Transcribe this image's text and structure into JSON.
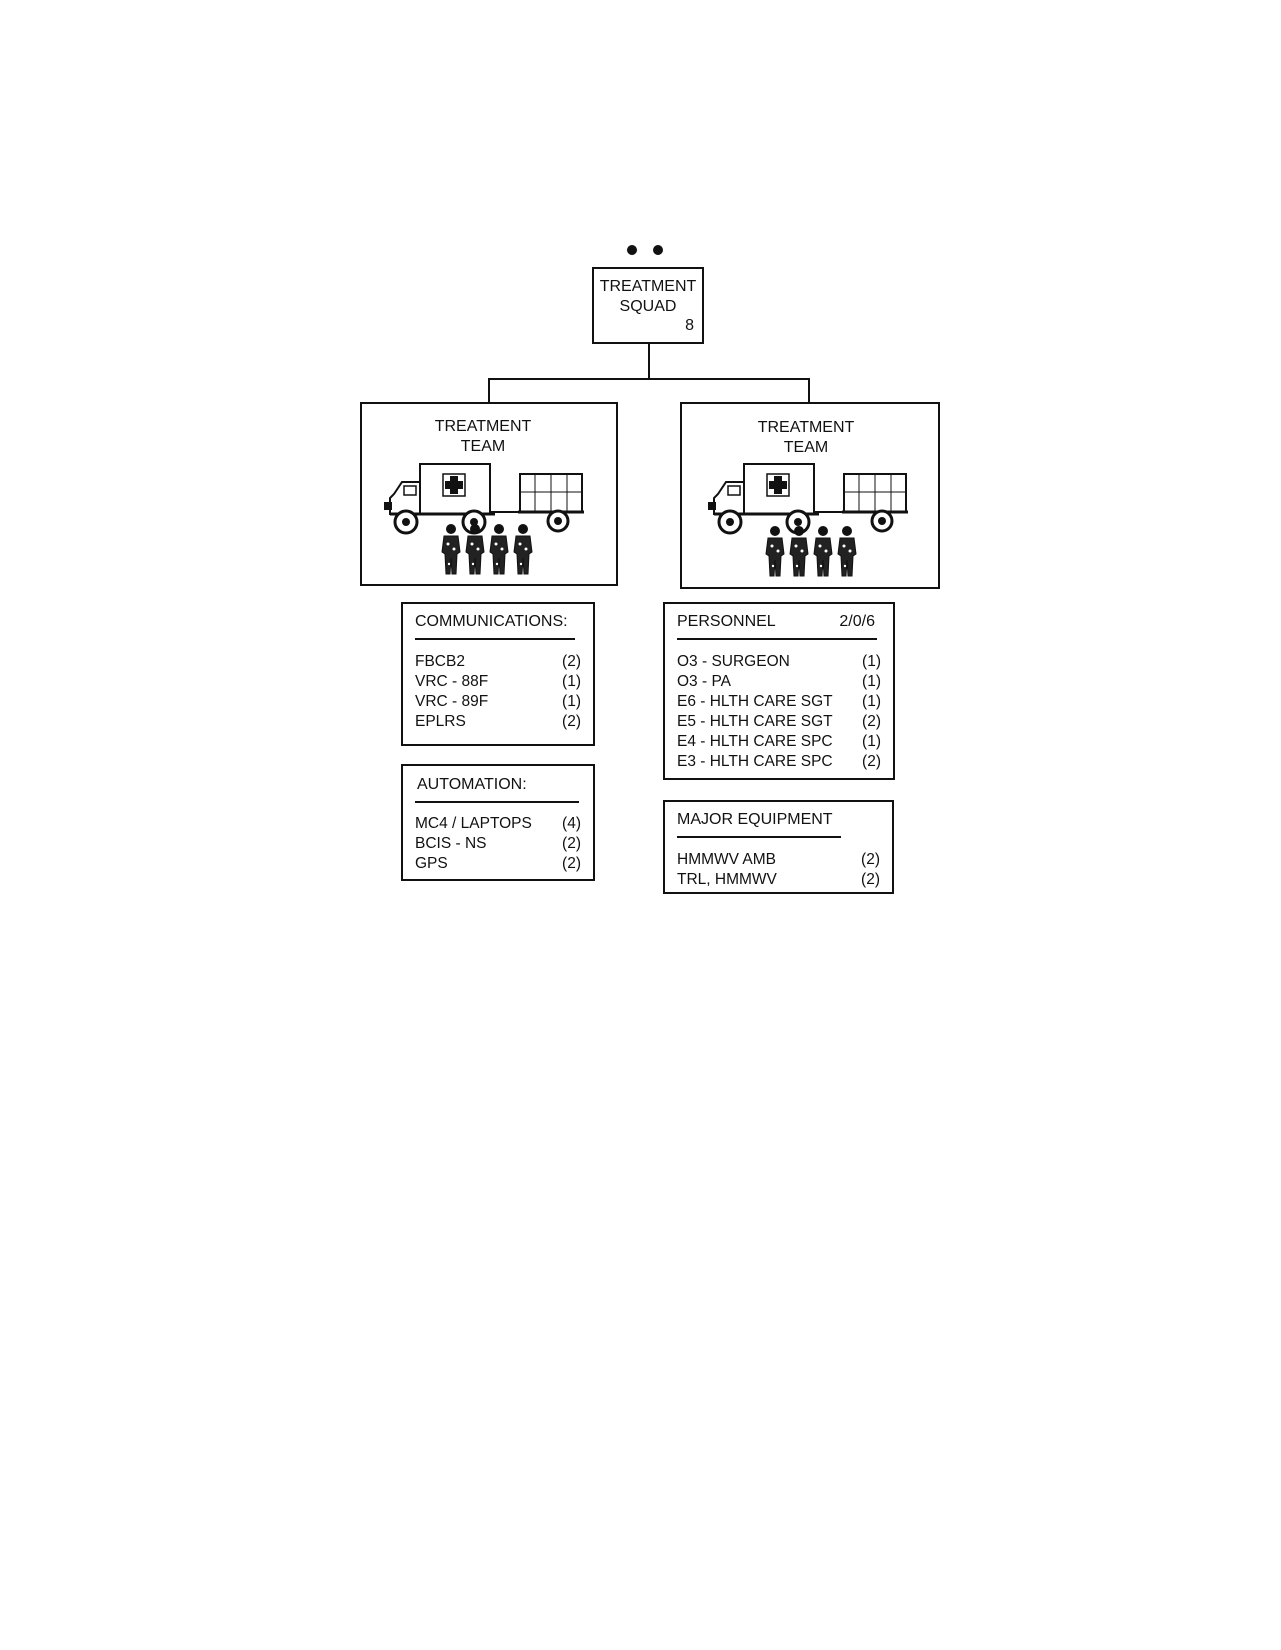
{
  "squad": {
    "title_line1": "TREATMENT",
    "title_line2": "SQUAD",
    "strength": "8"
  },
  "teams": [
    {
      "title_line1": "TREATMENT",
      "title_line2": "TEAM"
    },
    {
      "title_line1": "TREATMENT",
      "title_line2": "TEAM"
    }
  ],
  "communications": {
    "header": "COMMUNICATIONS:",
    "items": [
      {
        "name": "FBCB2",
        "qty": "(2)"
      },
      {
        "name": "VRC - 88F",
        "qty": "(1)"
      },
      {
        "name": "VRC - 89F",
        "qty": "(1)"
      },
      {
        "name": "EPLRS",
        "qty": "(2)"
      }
    ]
  },
  "automation": {
    "header": "AUTOMATION:",
    "items": [
      {
        "name": "MC4 / LAPTOPS",
        "qty": "(4)"
      },
      {
        "name": "BCIS - NS",
        "qty": "(2)"
      },
      {
        "name": "GPS",
        "qty": "(2)"
      }
    ]
  },
  "personnel": {
    "header": "PERSONNEL",
    "totals": "2/0/6",
    "items": [
      {
        "name": "O3 - SURGEON",
        "qty": "(1)"
      },
      {
        "name": "O3 - PA",
        "qty": "(1)"
      },
      {
        "name": "E6 - HLTH CARE SGT",
        "qty": "(1)"
      },
      {
        "name": "E5 - HLTH CARE SGT",
        "qty": "(2)"
      },
      {
        "name": "E4 - HLTH CARE SPC",
        "qty": "(1)"
      },
      {
        "name": "E3 - HLTH CARE SPC",
        "qty": "(2)"
      }
    ]
  },
  "major_equipment": {
    "header": "MAJOR EQUIPMENT",
    "items": [
      {
        "name": "HMMWV AMB",
        "qty": "(2)"
      },
      {
        "name": "TRL, HMMWV",
        "qty": "(2)"
      }
    ]
  }
}
